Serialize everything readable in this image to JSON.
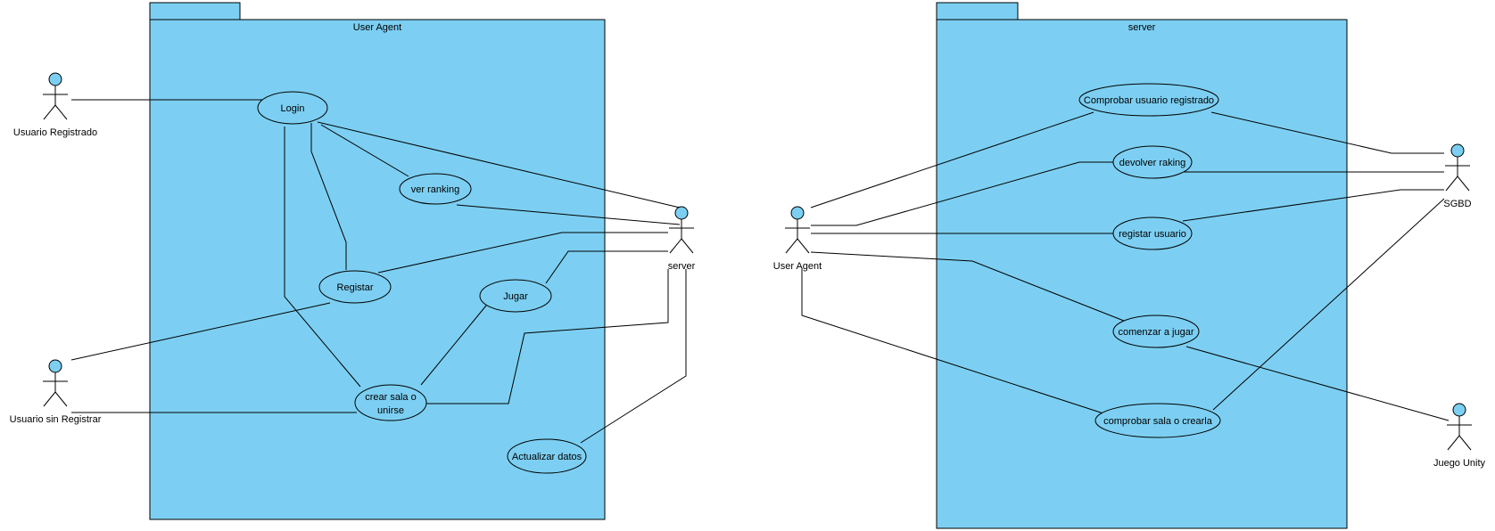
{
  "colors": {
    "fill": "#7ccff2",
    "stroke": "#000000",
    "background": "#ffffff"
  },
  "packages": [
    {
      "id": "pkg-user-agent",
      "title": "User Agent"
    },
    {
      "id": "pkg-server",
      "title": "server"
    }
  ],
  "actors": {
    "usuario_registrado": "Usuario Registrado",
    "usuario_sin_registrar": "Usuario sin Registrar",
    "server": "server",
    "user_agent": "User Agent",
    "sgbd": "SGBD",
    "juego_unity": "Juego Unity"
  },
  "use_cases": {
    "login": "Login",
    "ver_ranking": "ver ranking",
    "registar": "Registar",
    "jugar": "Jugar",
    "crear_sala_1": "crear sala o",
    "crear_sala_2": "unirse",
    "actualizar_datos": "Actualizar datos",
    "comprobar_usuario": "Comprobar usuario registrado",
    "devolver_raking": "devolver raking",
    "registar_usuario": "registar usuario",
    "comenzar_jugar": "comenzar a jugar",
    "comprobar_sala": "comprobar sala o crearla"
  }
}
